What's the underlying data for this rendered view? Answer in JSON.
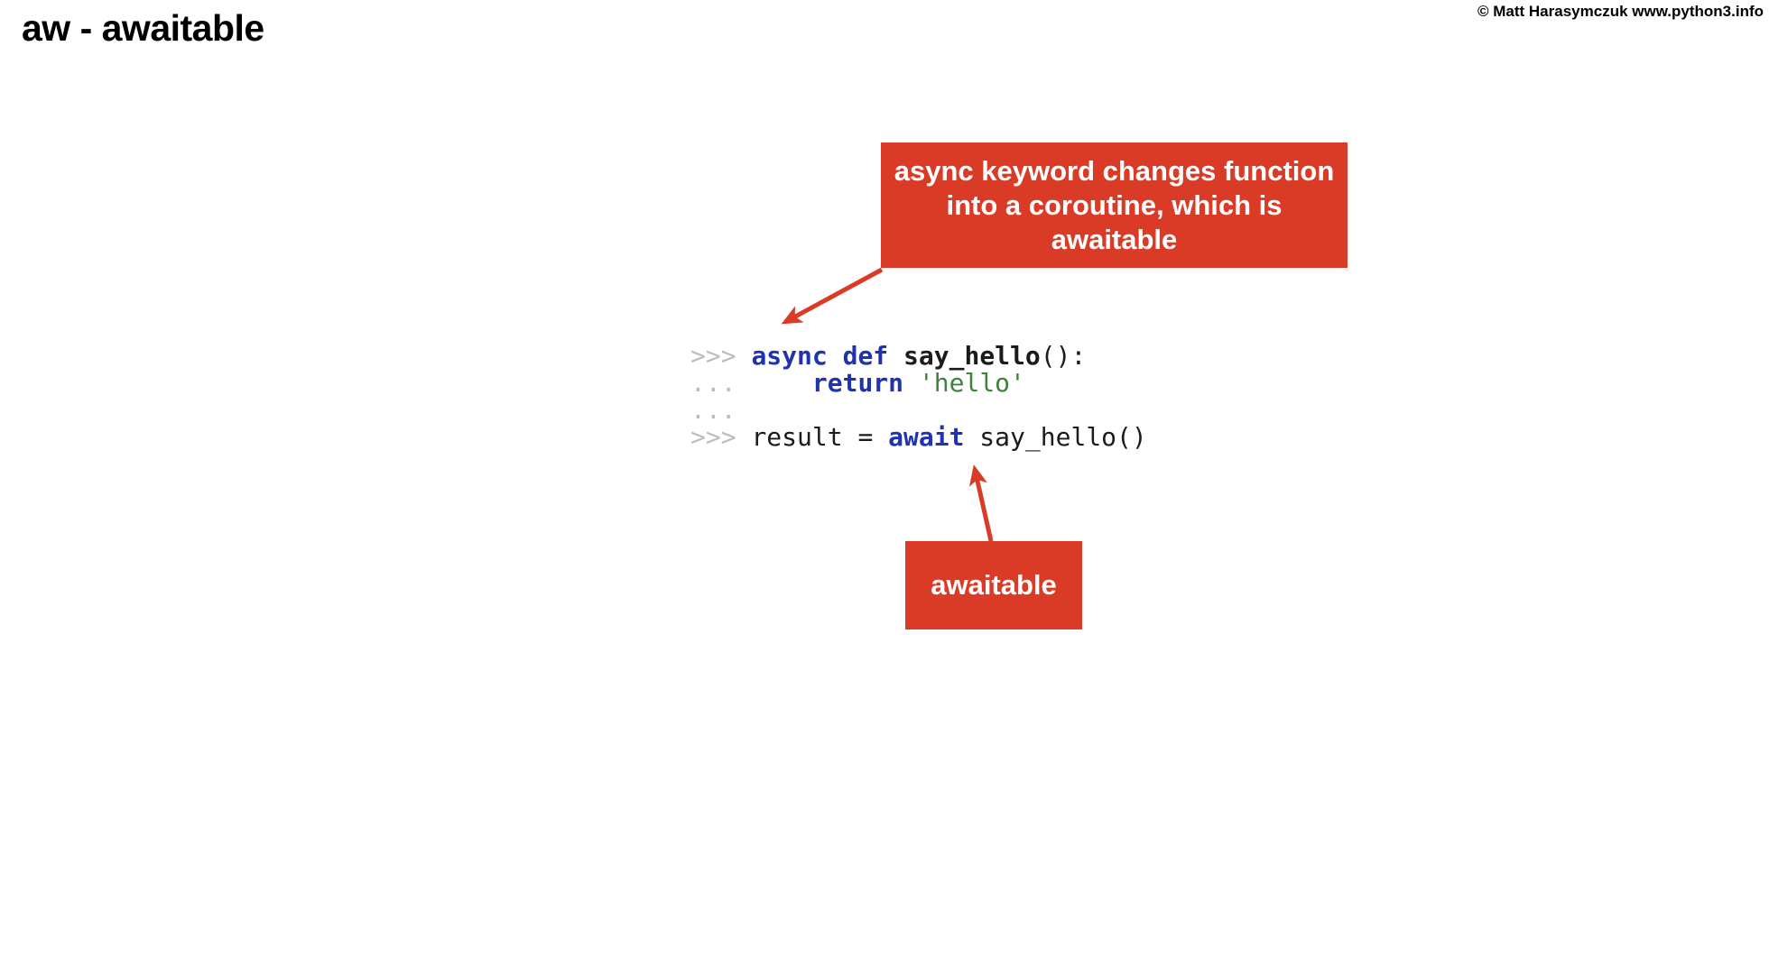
{
  "slide": {
    "title": "aw - awaitable",
    "copyright": "© Matt Harasymczuk www.python3.info",
    "background_color": "#ffffff"
  },
  "colors": {
    "accent_red": "#d93b27",
    "keyword_blue": "#1f33b2",
    "string_green": "#40803f",
    "prompt_gray": "#bdbdbd",
    "code_black": "#1b1b1b",
    "title_black": "#000000"
  },
  "code_block": {
    "language": "python",
    "plain_text": ">>> async def say_hello():\n...     return 'hello'\n...\n>>> result = await say_hello()",
    "lines": [
      {
        "prompt": ">>>",
        "tokens": [
          {
            "text": "async",
            "kind": "keyword"
          },
          {
            "text": " ",
            "kind": "plain"
          },
          {
            "text": "def",
            "kind": "keyword"
          },
          {
            "text": " ",
            "kind": "plain"
          },
          {
            "text": "say_hello",
            "kind": "function"
          },
          {
            "text": "():",
            "kind": "plain"
          }
        ]
      },
      {
        "prompt": "...",
        "tokens": [
          {
            "text": "    ",
            "kind": "plain"
          },
          {
            "text": "return",
            "kind": "keyword"
          },
          {
            "text": " ",
            "kind": "plain"
          },
          {
            "text": "'hello'",
            "kind": "string"
          }
        ]
      },
      {
        "prompt": "...",
        "tokens": []
      },
      {
        "prompt": ">>>",
        "tokens": [
          {
            "text": "result = ",
            "kind": "plain"
          },
          {
            "text": "await",
            "kind": "keyword"
          },
          {
            "text": " say_hello()",
            "kind": "plain"
          }
        ]
      }
    ]
  },
  "callouts": [
    {
      "id": "async-keyword",
      "text": "async keyword changes function into a coroutine, which is awaitable",
      "line1": "async keyword changes function",
      "line2": "into a coroutine, which is awaitable",
      "color": "#d93b27"
    },
    {
      "id": "awaitable",
      "text": "awaitable",
      "color": "#d93b27"
    }
  ],
  "arrows": [
    {
      "id": "arrow-async-to-code",
      "from": "async-keyword callout bottom-left",
      "to": "async keyword in code",
      "color": "#d93b27"
    },
    {
      "id": "arrow-awaitable-to-code",
      "from": "awaitable callout top",
      "to": "say_hello() call in code",
      "color": "#d93b27"
    }
  ]
}
